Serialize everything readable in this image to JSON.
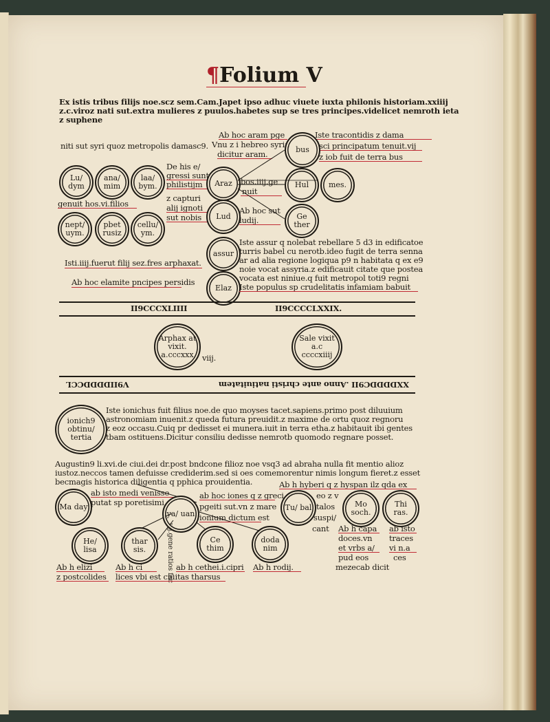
{
  "title": "Folium V",
  "intro": [
    "Ex istis tribus filijs noe.scz sem.Cam.Japet ipso adhuc viuete iuxta philonis historiam.xxiiij",
    "z.c.viroz nati sut.extra mulieres z puulos.habetes sup se tres principes.videlicet nemroth ieta",
    "z suphene"
  ],
  "upper_notes": {
    "aram_head": "Ab hoc aram pge",
    "aram_mid": "Vnu z i hebreo syria",
    "aram_low": "dicitur aram.",
    "niti": "niti sut syri quoz metropolis damasc9.",
    "damas_head": "Iste tracontidis z dama",
    "damas_mid": "sci principatum tenuit.vij",
    "damas_low": "z iob fuit de terra bus",
    "his1": "De his e/",
    "his2": "gressi sunt",
    "his3": "philistijm",
    "his4": "z capturi",
    "his5": "alij ignoti",
    "his6": "sut nobis",
    "bos1": "bos.iiij.ge",
    "bos2": "nuit",
    "lud1": "Ab hoc sut",
    "lud2": "ludij.",
    "genuit": "genuit hos.vi.filios",
    "fuerut": "Isti.iiij.fuerut filij sez.fres arphaxat.",
    "persidis": "Ab hoc elamite pncipes persidis"
  },
  "assur_lines": [
    "Iste assur q nolebat rebellare 5 d3 in edificatoe",
    "turris babel cu nerotb.ideo fugit de terra senna",
    "ar ad alia regione logiqua p9 n habitata q ex e9",
    "noie vocat assyria.z edificauit citate que postea",
    "vocata est niniue.q fuit metropol toti9 regni",
    "Iste populus sp crudelitatis infamiam babuit"
  ],
  "circles_top": [
    {
      "name": "circle-lu-dym",
      "text": "Lu/ dym"
    },
    {
      "name": "circle-anamim",
      "text": "ana/ mim"
    },
    {
      "name": "circle-laabym",
      "text": "laa/ bym."
    },
    {
      "name": "circle-araz",
      "text": "Araz"
    },
    {
      "name": "circle-bus",
      "text": "bus"
    },
    {
      "name": "circle-hul",
      "text": "Hul"
    },
    {
      "name": "circle-mes",
      "text": "mes."
    },
    {
      "name": "circle-neptuym",
      "text": "nept/ uym."
    },
    {
      "name": "circle-pbetrusiz",
      "text": "pbet rusiz"
    },
    {
      "name": "circle-celluym",
      "text": "cellu/ ym."
    },
    {
      "name": "circle-lud",
      "text": "Lud"
    },
    {
      "name": "circle-gether",
      "text": "Ge ther"
    },
    {
      "name": "circle-assur",
      "text": "assur"
    },
    {
      "name": "circle-elaz",
      "text": "Elaz"
    }
  ],
  "year_left_top": "II9CCCXLIIII",
  "year_right_top": "II9CCCCLXXIX.",
  "arphaxat": "Arphax at vixit. a.cccxxx",
  "arphaxat_side": "viij.",
  "sale": "Sale vixit a.c ccccxiiij",
  "year_strip_left": "V9IIDDDDCCL",
  "year_strip_right": "XXDDDDC9II  .Anno ante christi natiuitatem",
  "ionichus_circle": "ionich9 obtinu/ tertia",
  "ionichus_lines": [
    "Iste ionichus fuit filius noe.de quo moyses tacet.sapiens.primo post diluuium",
    "astronomiam inuenit.z queda futura preuidit.z maxime de ortu quoz regnoru",
    "z eoz occasu.Cuiq pr dedisset ei munera.iuit in terra etha.z habitauit ibi gentes",
    "tbam  ostituens.Dicitur consiliu dedisse nemrotb quomodo regnare posset."
  ],
  "augustin_lines": [
    "Augustin9 li.xvi.de ciui.dei dr.post bndcone filioz noe vsq3 ad abraha nulla fit mentio alioz",
    "iustoz.neccos tamen defuisse crediderim.sed si oes comemorentur nimis longum fieret.z esset",
    "becmagis historica diligentia q pphica prouidentia."
  ],
  "lower_notes": {
    "ab_isto": "ab isto medi venisse",
    "putat": "putat sp poretisimi",
    "ab_hoc_iones": "ab hoc iones q z greci",
    "pgeiti": "pgeiti sut.vn z mare",
    "ionium": "ionium dictum est",
    "hyberi": "Ab h hyberi q z hyspan ilz qda ex",
    "eoz": "eo z v",
    "talos": "talos",
    "suspi": "suspi/",
    "cant": "cant",
    "capa1": "Ab h capa",
    "capa2": "doces.vn",
    "capa3": "et vrbs a/",
    "capa4": "pud eos",
    "capa5": "mezecab dicit",
    "isto1": "ab isto",
    "isto2": "traces",
    "isto3": "vi n.a",
    "isto4": "ces",
    "vij_gene": "vij.gene ratios fac",
    "helizi1": "Ab h elizi",
    "helizi2": "z postcolides",
    "ab_h_ci": "Ab h ci",
    "lices": "lices vbi est ciuitas tharsus",
    "cethei": "ab h cethei.i.cipri",
    "rodij": "Ab h rodij."
  },
  "circles_bottom": [
    {
      "name": "circle-maday",
      "text": "Ma day"
    },
    {
      "name": "circle-iauan",
      "text": "ya/ uan"
    },
    {
      "name": "circle-tubal",
      "text": "Tu/ bal"
    },
    {
      "name": "circle-mosoch",
      "text": "Mo soch."
    },
    {
      "name": "circle-thiras",
      "text": "Thi ras."
    },
    {
      "name": "circle-helisa",
      "text": "He/ lisa"
    },
    {
      "name": "circle-tharsis",
      "text": "thar sis."
    },
    {
      "name": "circle-cethim",
      "text": "Ce thim"
    },
    {
      "name": "circle-dodanim",
      "text": "doda nim"
    }
  ]
}
